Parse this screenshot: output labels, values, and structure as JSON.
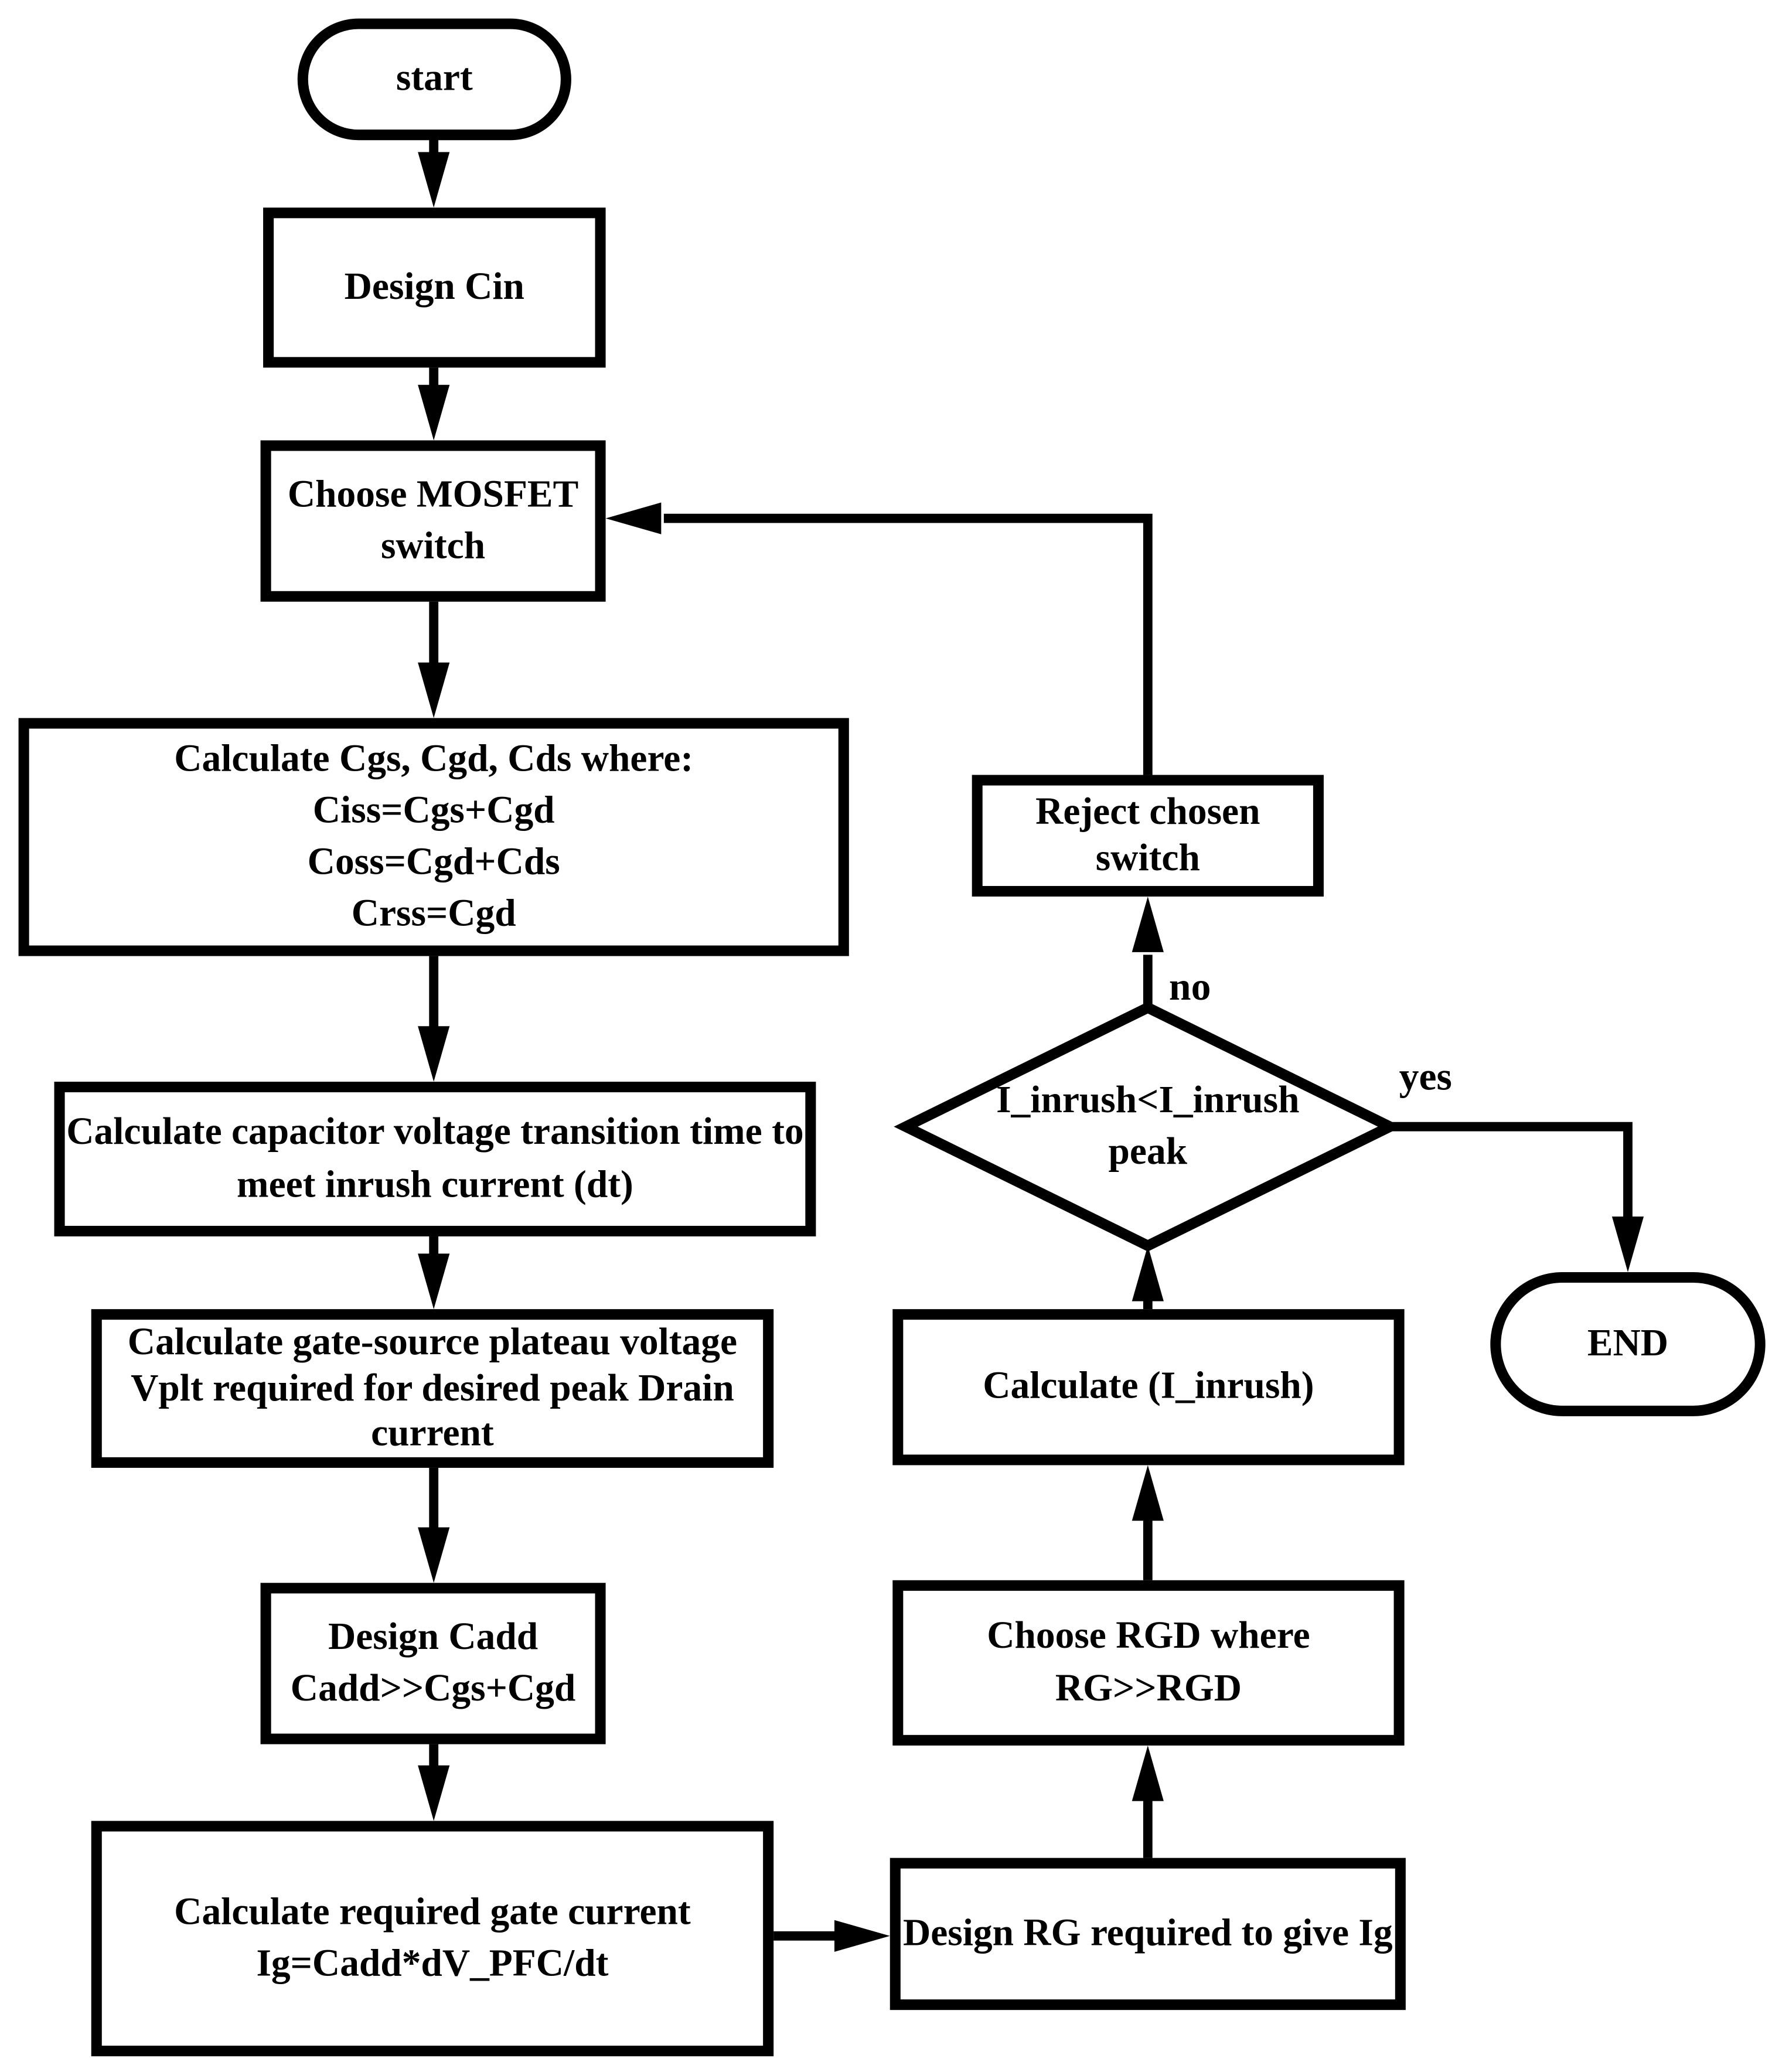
{
  "diagram": {
    "title": "MOSFET inrush-current limiter design flowchart",
    "colors": {
      "stroke": "#000000",
      "fill": "#ffffff",
      "text": "#000000"
    },
    "nodes": {
      "start": {
        "label": "start"
      },
      "design_cin": {
        "label": "Design Cin"
      },
      "choose_mosfet": {
        "label": "Choose MOSFET\nswitch"
      },
      "calc_c": {
        "label": "Calculate Cgs, Cgd, Cds where:\nCiss=Cgs+Cgd\nCoss=Cgd+Cds\nCrss=Cgd"
      },
      "calc_dt": {
        "label": "Calculate capacitor voltage transition time to\nmeet inrush current (dt)"
      },
      "calc_vplt": {
        "label": "Calculate gate-source plateau voltage\nVplt required  for desired peak Drain\ncurrent"
      },
      "design_cadd": {
        "label": "Design Cadd\nCadd>>Cgs+Cgd"
      },
      "calc_ig": {
        "label": "Calculate required gate current\nIg=Cadd*dV_PFC/dt"
      },
      "design_rg": {
        "label": "Design RG required to give Ig"
      },
      "choose_rgd": {
        "label": "Choose RGD where\nRG>>RGD"
      },
      "calc_inrush": {
        "label": "Calculate (I_inrush)"
      },
      "decision": {
        "label": "I_inrush<I_inrush\npeak"
      },
      "reject": {
        "label": "Reject chosen\nswitch"
      },
      "end": {
        "label": "END"
      }
    },
    "edge_labels": {
      "no": "no",
      "yes": "yes"
    }
  }
}
